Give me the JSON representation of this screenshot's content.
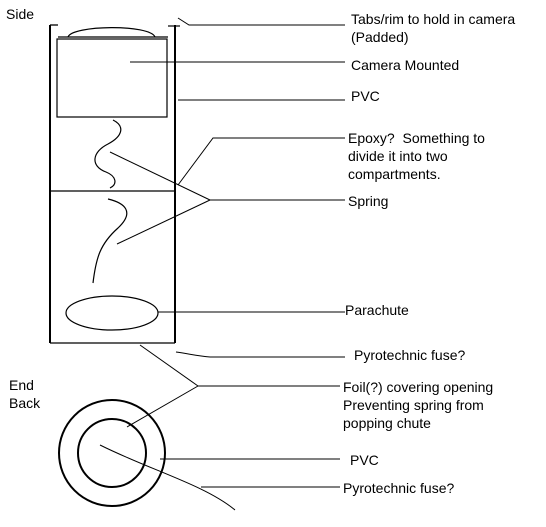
{
  "colors": {
    "background": "#ffffff",
    "ink": "#000000"
  },
  "views": {
    "side": "Side",
    "end_back": "End\nBack"
  },
  "labels": {
    "tabs_rim": "Tabs/rim to hold in camera\n(Padded)",
    "camera_mounted": "Camera Mounted",
    "pvc_side": "PVC",
    "epoxy": "Epoxy?  Something to\ndivide it into two\ncompartments.",
    "spring": "Spring",
    "parachute": "Parachute",
    "fuse_side": "Pyrotechnic fuse?",
    "foil": "Foil(?) covering opening\nPreventing spring from\npopping chute",
    "pvc_end": "PVC",
    "fuse_end": "Pyrotechnic fuse?"
  }
}
